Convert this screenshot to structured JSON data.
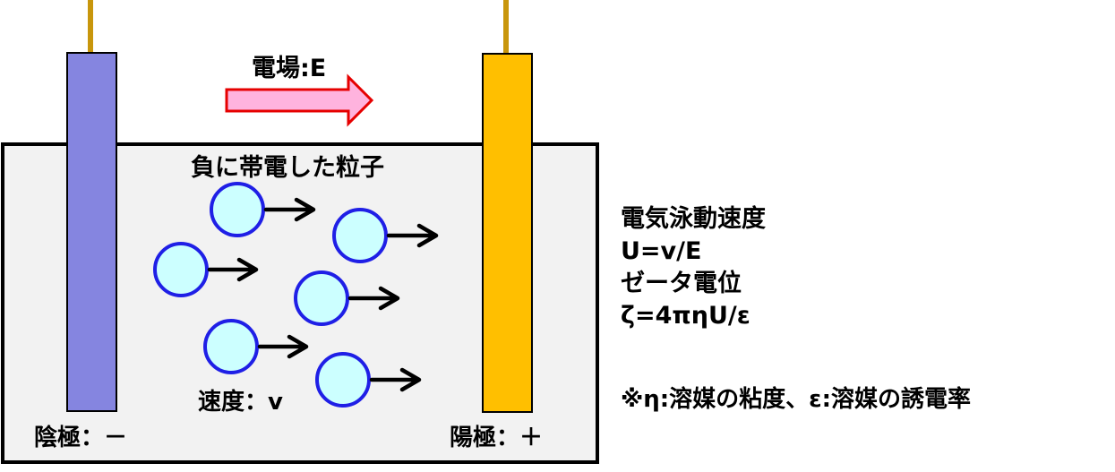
{
  "field": {
    "label": "電場:E"
  },
  "particles": {
    "label": "負に帯電した粒子",
    "velocity_label": "速度：v"
  },
  "cathode": {
    "label": "陰極：－"
  },
  "anode": {
    "label": "陽極：＋"
  },
  "info": {
    "line1": "電気泳動速度",
    "line2": "U=v/E",
    "line3": "ゼータ電位",
    "line4": "ζ=4πηU/ε"
  },
  "note": "※η:溶媒の粘度、ε:溶媒の誘電率",
  "colors": {
    "cathode": "#8585E0",
    "anode": "#FFBF00",
    "wire": "#C8960C",
    "particle_fill": "#CCFFFF",
    "particle_stroke": "#1F1FE6",
    "field_arrow_fill": "#FFB3DE",
    "field_arrow_stroke": "#E60000",
    "tank_fill": "#F2F2F2"
  }
}
